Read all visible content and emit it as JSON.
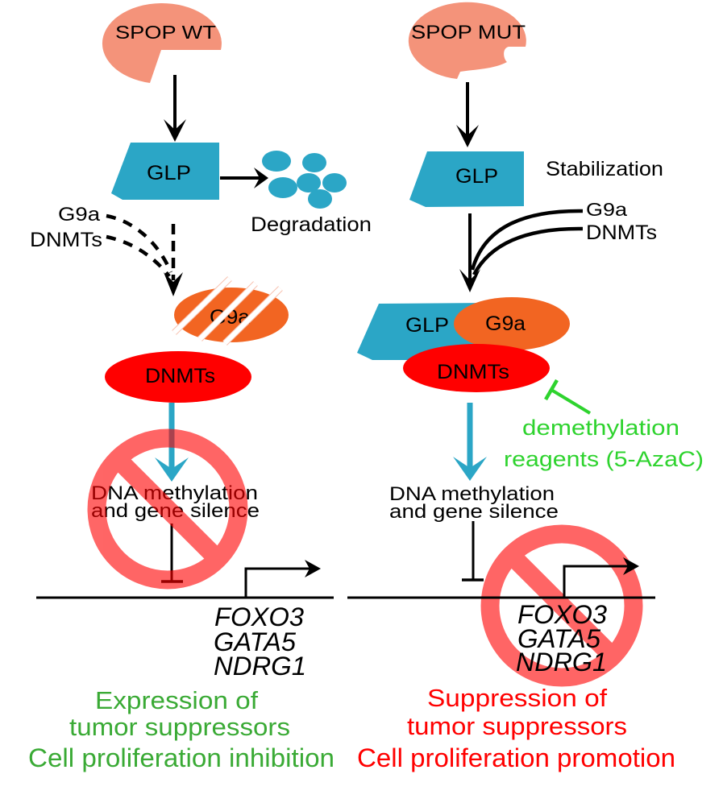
{
  "panels": {
    "wildtype": {
      "spop_label": "SPOP WT",
      "glp_label": "GLP",
      "degradation_label": "Degradation",
      "input_labels": [
        "G9a",
        "DNMTs"
      ],
      "g9a_label": "G9a",
      "g9a_state": "disrupted",
      "dnmts_label": "DNMTs",
      "process_lines": [
        "DNA methylation",
        "and gene silence"
      ],
      "process_blocked": true,
      "genes": [
        "FOXO3",
        "GATA5",
        "NDRG1"
      ],
      "outcome_lines": [
        "Expression of",
        "tumor suppressors",
        "Cell proliferation inhibition"
      ]
    },
    "mutant": {
      "spop_label": "SPOP MUT",
      "glp_label": "GLP",
      "stabilization_label": "Stabilization",
      "input_labels": [
        "G9a",
        "DNMTs"
      ],
      "complex": {
        "glp": "GLP",
        "g9a": "G9a",
        "dnmts": "DNMTs"
      },
      "inhibitor_lines": [
        "demethylation",
        "reagents (5-AzaC)"
      ],
      "process_lines": [
        "DNA methylation",
        "and gene silence"
      ],
      "genes": [
        "FOXO3",
        "GATA5",
        "NDRG1"
      ],
      "genes_blocked": true,
      "outcome_lines": [
        "Suppression of",
        "tumor suppressors",
        "Cell proliferation promotion"
      ]
    }
  },
  "colors": {
    "spop": "#f4937a",
    "glp": "#2ba6c6",
    "g9a": "#f26522",
    "dnmts": "#ff0000",
    "methylation_arrow": "#2ba6c6",
    "inhibitor": "#2ed32e",
    "no_symbol": "#ff0000",
    "outcome_wildtype": "#3aaa35",
    "outcome_mutant": "#ff0000"
  }
}
